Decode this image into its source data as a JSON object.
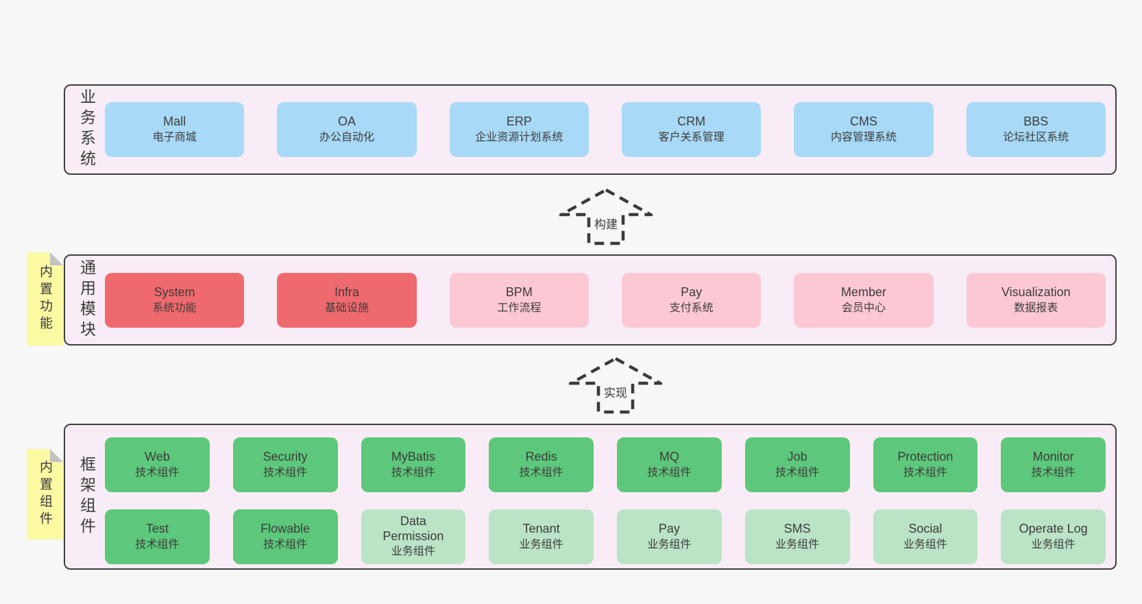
{
  "colors": {
    "page_background": "#f7f7f7",
    "panel_background": "#f8edf6",
    "panel_border": "#3f3f3f",
    "system_blue": "#a8d9f6",
    "core_red": "#ef6a6e",
    "module_pink": "#fbc8d4",
    "tech_green": "#5dc87b",
    "biz_green": "#bbe3c6",
    "tag_yellow": "#fbf9a2"
  },
  "arrows": [
    {
      "label": "构建"
    },
    {
      "label": "实现"
    }
  ],
  "sections": {
    "business": {
      "label": "业务系统",
      "boxes": [
        {
          "title": "Mall",
          "subtitle": "电子商城"
        },
        {
          "title": "OA",
          "subtitle": "办公自动化"
        },
        {
          "title": "ERP",
          "subtitle": "企业资源计划系统"
        },
        {
          "title": "CRM",
          "subtitle": "客户关系管理"
        },
        {
          "title": "CMS",
          "subtitle": "内容管理系统"
        },
        {
          "title": "BBS",
          "subtitle": "论坛社区系统"
        }
      ]
    },
    "modules": {
      "label": "通用模块",
      "tag": "内置功能",
      "boxes": [
        {
          "title": "System",
          "subtitle": "系统功能"
        },
        {
          "title": "Infra",
          "subtitle": "基础设施"
        },
        {
          "title": "BPM",
          "subtitle": "工作流程"
        },
        {
          "title": "Pay",
          "subtitle": "支付系统"
        },
        {
          "title": "Member",
          "subtitle": "会员中心"
        },
        {
          "title": "Visualization",
          "subtitle": "数据报表"
        }
      ]
    },
    "components": {
      "label": "框架组件",
      "tag": "内置组件",
      "rows": [
        [
          {
            "title": "Web",
            "subtitle": "技术组件"
          },
          {
            "title": "Security",
            "subtitle": "技术组件"
          },
          {
            "title": "MyBatis",
            "subtitle": "技术组件"
          },
          {
            "title": "Redis",
            "subtitle": "技术组件"
          },
          {
            "title": "MQ",
            "subtitle": "技术组件"
          },
          {
            "title": "Job",
            "subtitle": "技术组件"
          },
          {
            "title": "Protection",
            "subtitle": "技术组件"
          },
          {
            "title": "Monitor",
            "subtitle": "技术组件"
          }
        ],
        [
          {
            "title": "Test",
            "subtitle": "技术组件"
          },
          {
            "title": "Flowable",
            "subtitle": "技术组件"
          },
          {
            "title": "Data Permission",
            "subtitle": "业务组件"
          },
          {
            "title": "Tenant",
            "subtitle": "业务组件"
          },
          {
            "title": "Pay",
            "subtitle": "业务组件"
          },
          {
            "title": "SMS",
            "subtitle": "业务组件"
          },
          {
            "title": "Social",
            "subtitle": "业务组件"
          },
          {
            "title": "Operate Log",
            "subtitle": "业务组件"
          }
        ]
      ]
    }
  }
}
